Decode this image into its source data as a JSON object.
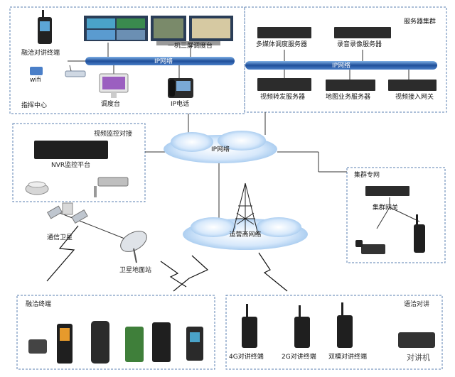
{
  "zones": {
    "command_center": "指挥中心",
    "server_cluster": "服务器集群",
    "video_monitoring": "视频监控对接",
    "trunking_network": "集群专网",
    "converged_terminals": "融洽终端",
    "voice_intercom": "语洽对讲"
  },
  "networks": {
    "ip_left": "IP网络",
    "ip_right": "IP网络",
    "ip_cloud": "IP网络",
    "sat_cloud": "运营商网络"
  },
  "devices": {
    "converged_terminal": "融洽对讲终端",
    "wifi": "wifi",
    "dispatch_console": "调度台",
    "ip_phone": "IP电话",
    "three_screen": "一机三屏调度台",
    "media_server": "多媒体调度服务器",
    "recording_server": "录音录像服务器",
    "video_forward_server": "视频转发服务器",
    "gis_server": "地图业务服务器",
    "video_gateway": "视频接入网关",
    "nvr": "NVR监控平台",
    "comm_satellite": "通信卫星",
    "ground_station": "卫星地面站",
    "trunk_gateway": "集群网关",
    "t_4g": "4G对讲终端",
    "t_2g": "2G对讲终端",
    "t_dual": "双模对讲终端"
  },
  "watermark": "对讲机"
}
